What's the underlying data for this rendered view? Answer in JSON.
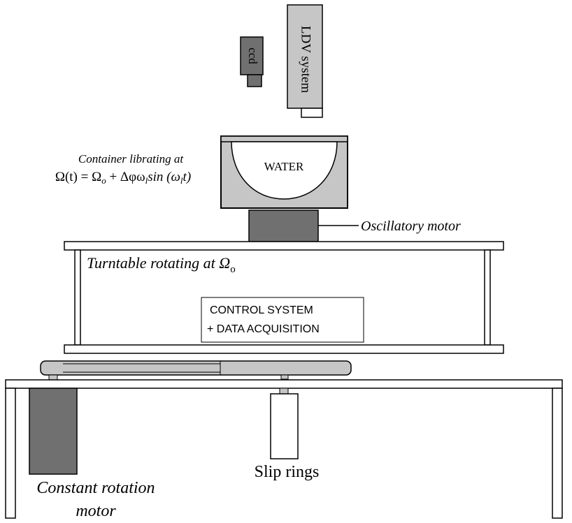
{
  "labels": {
    "ccd": "ccd",
    "ldv": "LDV system",
    "water": "WATER",
    "container_line1": "Container librating at",
    "container_eq_lhs": "Ω(t) = Ω",
    "container_eq_o": "o",
    "container_eq_mid": " + Δφω",
    "container_eq_l1": "l",
    "container_eq_sin": "sin (ω",
    "container_eq_l2": "l",
    "container_eq_end": "t)",
    "oscillatory_motor": "Oscillatory motor",
    "turntable": "Turntable rotating at Ω",
    "turntable_sub": "o",
    "control_line1": "CONTROL SYSTEM",
    "control_line2": "+ DATA ACQUISITION",
    "slip_rings": "Slip rings",
    "constant_line1": "Constant rotation",
    "constant_line2": "motor"
  },
  "colors": {
    "dark_gray": "#707070",
    "light_gray": "#c6c6c6",
    "outline": "#000000"
  }
}
